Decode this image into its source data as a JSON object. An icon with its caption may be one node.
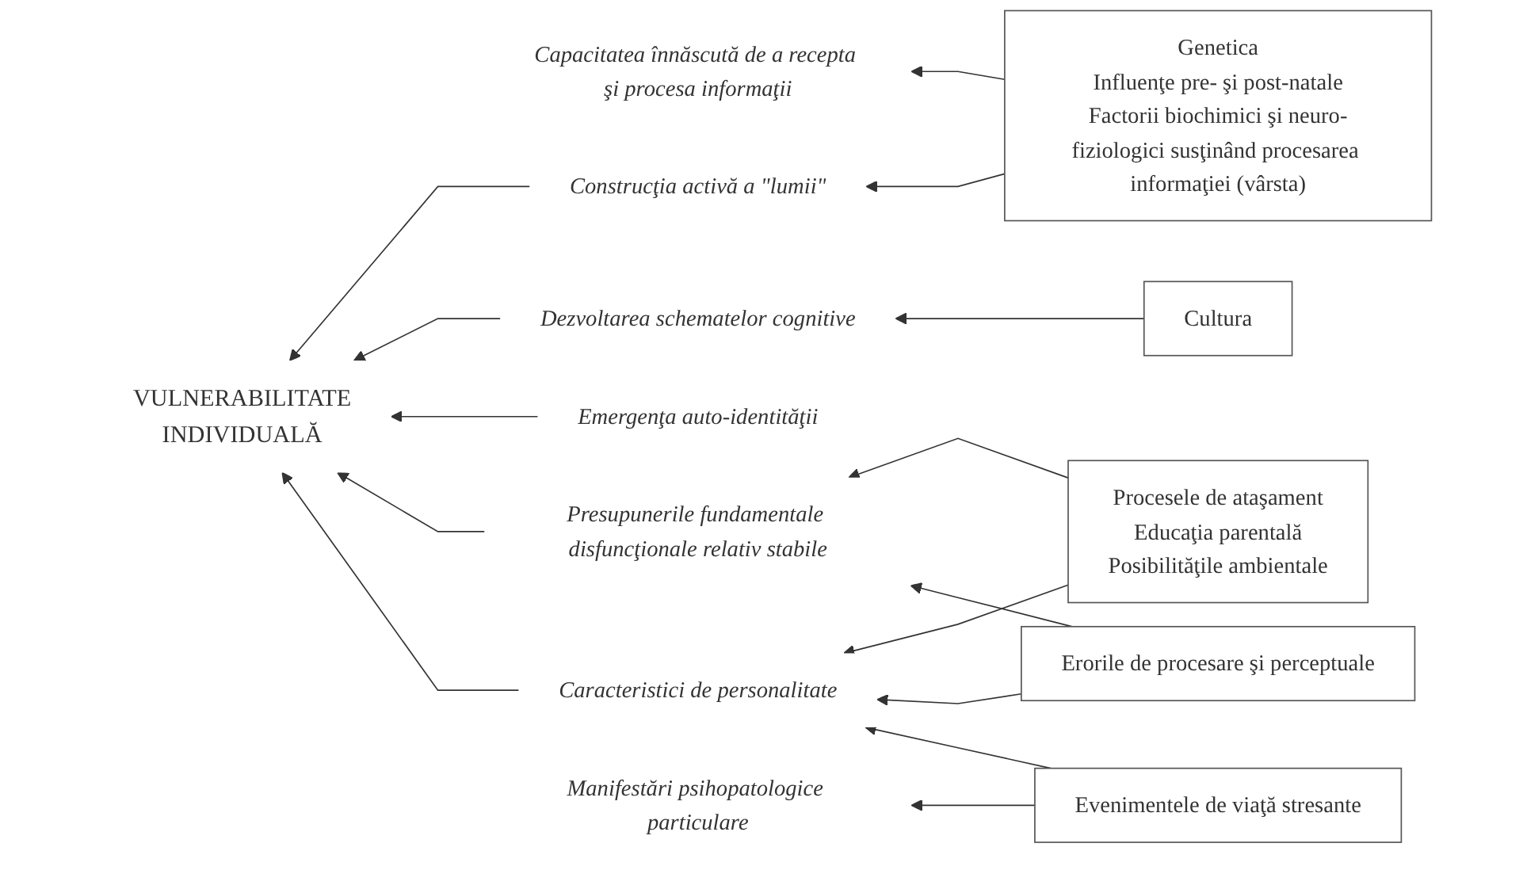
{
  "diagram": {
    "nodes": [
      {
        "text": [
          "VULNERABILITATE",
          "INDIVIDUALĂ"
        ]
      },
      {
        "text": [
          "Capacitatea înnăscută de a recepta şi procesa informaţii"
        ]
      },
      {
        "text": [
          "Construcţia activă a \"lumii\""
        ]
      },
      {
        "text": [
          "Dezvoltarea schematelor cognitive"
        ]
      },
      {
        "text": [
          "Emergenţa auto-identităţii"
        ]
      },
      {
        "text": [
          "Presupunerile fundamentale disfuncţionale relativ stabile"
        ]
      },
      {
        "text": [
          "Caracteristici de personalitate"
        ]
      },
      {
        "text": [
          "Manifestări psihopatologice particulare"
        ]
      },
      {
        "text": [
          "Genetica",
          "Influenţe pre- şi post-natale",
          "Factorii biochimici şi neuro-fiziologici susţinând procesarea informaţiei (vârsta)"
        ]
      },
      {
        "text": [
          "Cultura"
        ]
      },
      {
        "text": [
          "Procesele de ataşament",
          "Educaţia parentală",
          "Posibilităţile ambientale"
        ]
      },
      {
        "text": [
          "Erorile de procesare şi perceptuale"
        ]
      },
      {
        "text": [
          "Evenimentele de viaţă stresante"
        ]
      }
    ],
    "edges": [
      {
        "from": 2,
        "to": 0,
        "arrow": "to"
      },
      {
        "from": 3,
        "to": 0,
        "arrow": "to"
      },
      {
        "from": 4,
        "to": 0,
        "arrow": "to"
      },
      {
        "from": 5,
        "to": 0,
        "arrow": "to"
      },
      {
        "from": 6,
        "to": 0,
        "arrow": "to"
      },
      {
        "from": 8,
        "to": 1,
        "arrow": "to"
      },
      {
        "from": 8,
        "to": 2,
        "arrow": "to"
      },
      {
        "from": 9,
        "to": 3,
        "arrow": "to"
      },
      {
        "from": 10,
        "to": 5,
        "arrow": "to"
      },
      {
        "from": 10,
        "to": 6,
        "arrow": "to"
      },
      {
        "from": 11,
        "to": 5,
        "arrow": "to"
      },
      {
        "from": 11,
        "to": 6,
        "arrow": "to"
      },
      {
        "from": 12,
        "to": 6,
        "arrow": "to"
      },
      {
        "from": 12,
        "to": 7,
        "arrow": "to"
      }
    ]
  }
}
